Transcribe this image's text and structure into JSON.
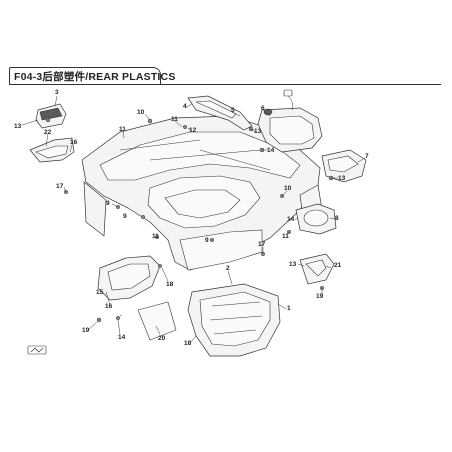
{
  "header": {
    "title": "F04-3后部塑件/REAR PLASTICS"
  },
  "callouts": [
    {
      "id": "c3",
      "label": "3"
    },
    {
      "id": "c13a",
      "label": "13"
    },
    {
      "id": "c22",
      "label": "22"
    },
    {
      "id": "c16a",
      "label": "16"
    },
    {
      "id": "c17a",
      "label": "17"
    },
    {
      "id": "c10a",
      "label": "10"
    },
    {
      "id": "c11a",
      "label": "11"
    },
    {
      "id": "c11b",
      "label": "11"
    },
    {
      "id": "c4",
      "label": "4"
    },
    {
      "id": "c12",
      "label": "12"
    },
    {
      "id": "c5",
      "label": "5"
    },
    {
      "id": "c6",
      "label": "6"
    },
    {
      "id": "c13b",
      "label": "13"
    },
    {
      "id": "c14a",
      "label": "14"
    },
    {
      "id": "c7",
      "label": "7"
    },
    {
      "id": "c13c",
      "label": "13"
    },
    {
      "id": "c9a",
      "label": "9"
    },
    {
      "id": "c1",
      "label": "1"
    },
    {
      "id": "c10b",
      "label": "10"
    },
    {
      "id": "c9b",
      "label": "9"
    },
    {
      "id": "c11c",
      "label": "11"
    },
    {
      "id": "c9c",
      "label": "9"
    },
    {
      "id": "c14b",
      "label": "14"
    },
    {
      "id": "c8",
      "label": "8"
    },
    {
      "id": "c11d",
      "label": "11"
    },
    {
      "id": "c17b",
      "label": "17"
    },
    {
      "id": "c19a",
      "label": "19"
    },
    {
      "id": "c15",
      "label": "15"
    },
    {
      "id": "c16b",
      "label": "16"
    },
    {
      "id": "c18a",
      "label": "18"
    },
    {
      "id": "c13d",
      "label": "13"
    },
    {
      "id": "c21",
      "label": "21"
    },
    {
      "id": "c19b",
      "label": "19"
    },
    {
      "id": "c14c",
      "label": "14"
    },
    {
      "id": "c20",
      "label": "20"
    },
    {
      "id": "c18b",
      "label": "18"
    },
    {
      "id": "c2",
      "label": "2"
    }
  ]
}
